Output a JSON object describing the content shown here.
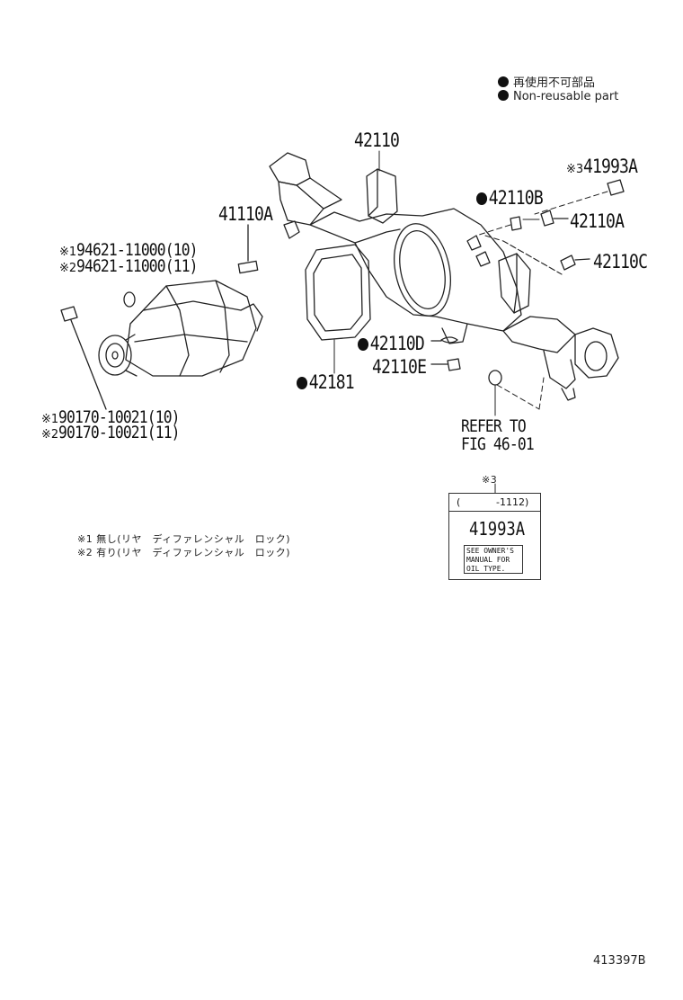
{
  "legend": {
    "jp": "再使用不可部品",
    "en": "Non-reusable part"
  },
  "callouts": {
    "housing": "42110",
    "stud": "41110A",
    "label_ref_mark": "※3",
    "label": "41993A",
    "gasket_b": "42110B",
    "plug_a": "42110A",
    "breather_c": "42110C",
    "washer_d": "42110D",
    "plug_e": "42110E",
    "gasket_main": "42181",
    "nut_1": "94621-11000(10)",
    "nut_2": "94621-11000(11)",
    "seal_1": "90170-10021(10)",
    "seal_2": "90170-10021(11)",
    "mark_1": "※1",
    "mark_2": "※2",
    "refer_line1": "REFER TO",
    "refer_line2": "FIG 46-01"
  },
  "label_box": {
    "header_mark": "※3",
    "range_open": "(",
    "range_value": "-1112)",
    "part_number": "41993A",
    "inner_lines": [
      "SEE OWNER'S",
      "MANUAL FOR",
      "OIL TYPE."
    ]
  },
  "notes": [
    "※1 無し(リヤ　ディファレンシャル　ロック)",
    "※2 有り(リヤ　ディファレンシャル　ロック)"
  ],
  "figure_number": "413397B"
}
